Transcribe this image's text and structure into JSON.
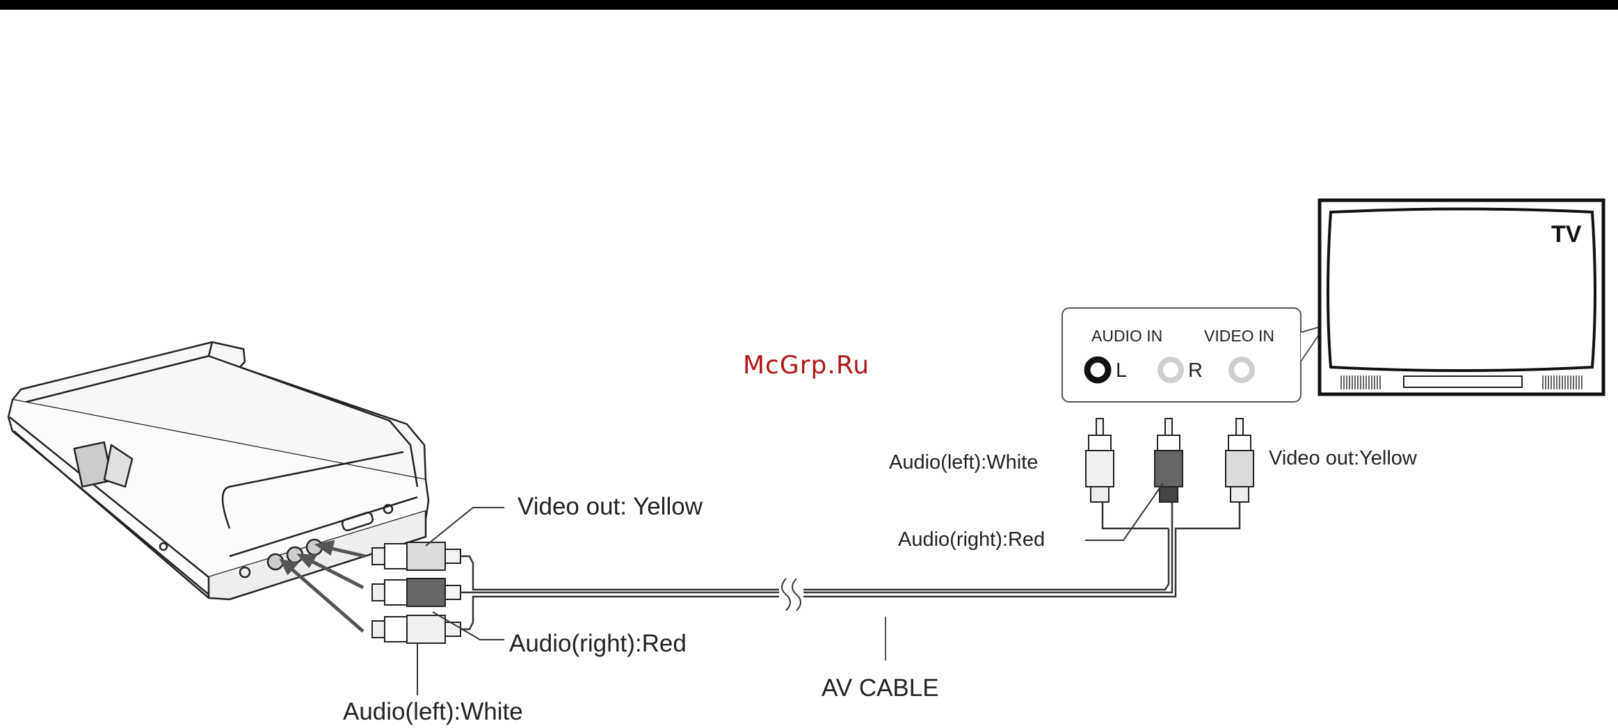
{
  "watermark": "McGrp.Ru",
  "tv": {
    "title": "TV",
    "audio_in": "AUDIO IN",
    "video_in": "VIDEO IN",
    "left": "L",
    "right": "R"
  },
  "labels_player_side": {
    "video_out": "Video out: Yellow",
    "audio_right": "Audio(right):Red",
    "audio_left": "Audio(left):White",
    "av_cable": "AV CABLE"
  },
  "labels_tv_side": {
    "audio_left": "Audio(left):White",
    "video_out": "Video out:Yellow",
    "audio_right": "Audio(right):Red"
  },
  "colors": {
    "frame": "#000000",
    "line": "#333333",
    "plug_white": "#e6e6e6",
    "plug_red": "#555555",
    "plug_yellow": "#dcdcdc",
    "watermark": "#b01818"
  }
}
